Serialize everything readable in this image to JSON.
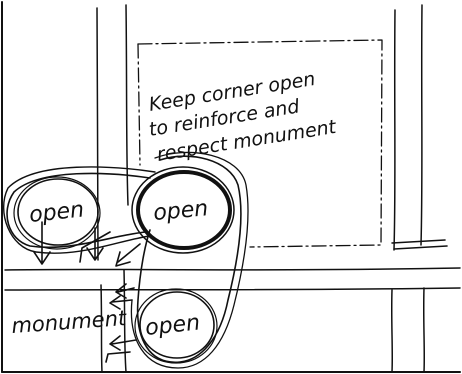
{
  "note": {
    "lines": [
      "Keep corner open",
      "to reinforce and",
      "respect monument"
    ]
  },
  "labels": {
    "open_left": "open",
    "open_center": "open",
    "open_lower": "open",
    "monument": "monument"
  },
  "colors": {
    "ink": "#111111",
    "paper": "#ffffff"
  }
}
